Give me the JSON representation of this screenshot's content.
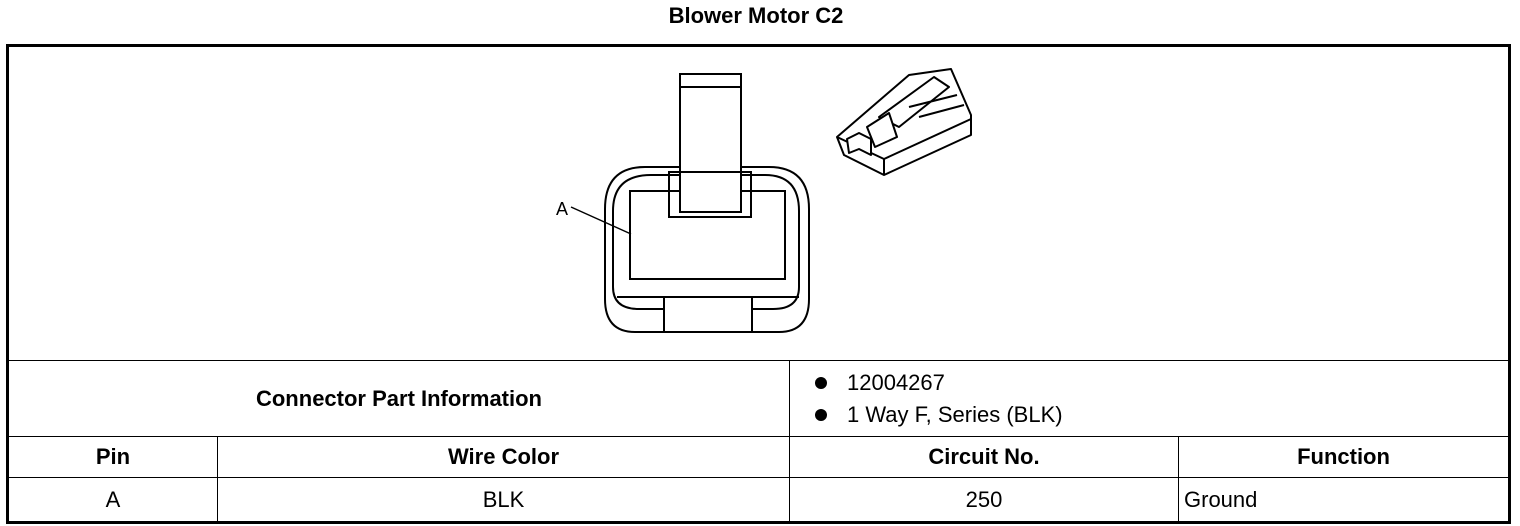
{
  "title": "Blower Motor C2",
  "diagram": {
    "pin_label": "A"
  },
  "connector_info": {
    "label": "Connector Part Information",
    "items": [
      "12004267",
      "1 Way F, Series (BLK)"
    ]
  },
  "table": {
    "headers": {
      "pin": "Pin",
      "wire_color": "Wire Color",
      "circuit": "Circuit No.",
      "function": "Function"
    },
    "rows": [
      {
        "pin": "A",
        "wire_color": "BLK",
        "circuit": "250",
        "function": "Ground"
      }
    ]
  }
}
